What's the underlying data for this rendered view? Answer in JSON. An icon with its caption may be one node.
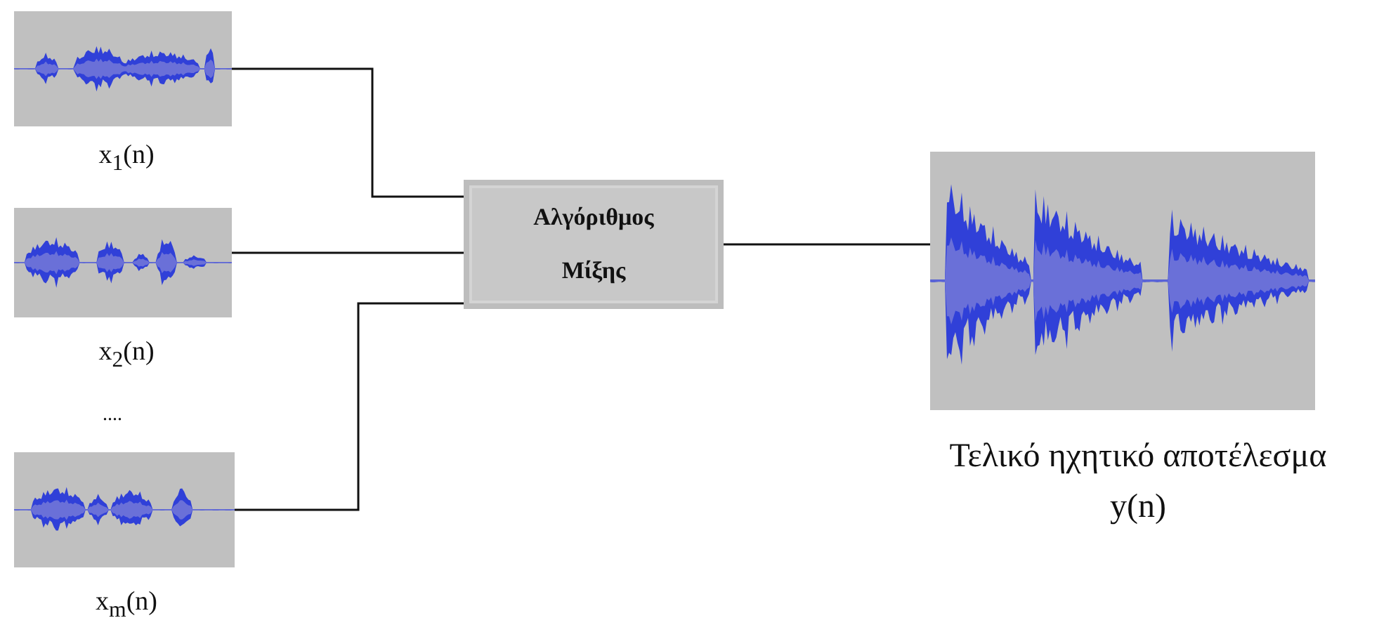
{
  "diagram": {
    "nodes": [
      {
        "text": [],
        "shape": "picture",
        "beside": [
          "x$_{1}$(n)"
        ]
      },
      {
        "text": [],
        "shape": "picture",
        "beside": [
          "x$_{2}$(n)"
        ]
      },
      {
        "text": [],
        "shape": "picture",
        "beside": [
          "x$_{m}$(n)"
        ]
      },
      {
        "text": [
          "Αλγόριθμος Μίξης"
        ]
      },
      {
        "text": [],
        "shape": "picture",
        "beside": [
          "Τελικό ηχητικό αποτέλεσμα",
          "y(n)"
        ]
      }
    ],
    "edges": [
      {
        "from": 0,
        "to": 3,
        "arrow": "none"
      },
      {
        "from": 1,
        "to": 3,
        "arrow": "none"
      },
      {
        "from": 2,
        "to": 3,
        "arrow": "none"
      },
      {
        "from": 3,
        "to": 4,
        "arrow": "none"
      }
    ],
    "labels": [
      "...."
    ]
  }
}
